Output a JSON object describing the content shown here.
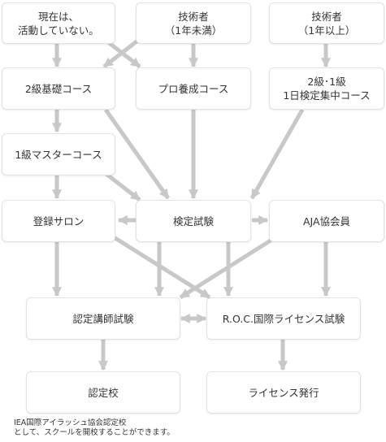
{
  "nodes": {
    "not_working": [
      "現在は、",
      "活動していない。"
    ],
    "tech_under1": [
      "技術者",
      "（1年未満）"
    ],
    "tech_over1": [
      "技術者",
      "（1年以上）"
    ],
    "basic2": [
      "2級基礎コース"
    ],
    "pro_course": [
      "プロ養成コース"
    ],
    "intensive": [
      "2級･1級",
      "1日検定集中コース"
    ],
    "master1": [
      "1級マスターコース"
    ],
    "salon": [
      "登録サロン"
    ],
    "exam": [
      "検定試験"
    ],
    "aja_member": [
      "AJA協会員"
    ],
    "instructor_exam": [
      "認定講師試験"
    ],
    "roc_exam": [
      "R.O.C.国際ライセンス試験"
    ],
    "certified_school": [
      "認定校"
    ],
    "license": [
      "ライセンス発行"
    ]
  },
  "footnote": [
    "IEA国際アイラッシュ協会認定校",
    "として、スクールを開校することができます。"
  ],
  "colors": {
    "arrow": "#c8c8c8",
    "border": "#e2e2e2",
    "text": "#333333"
  }
}
